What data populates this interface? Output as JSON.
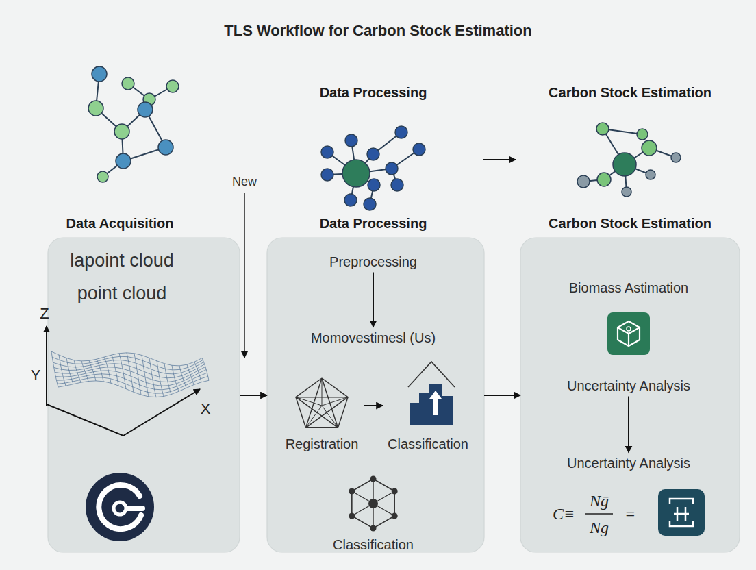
{
  "diagram": {
    "title": "TLS Workflow for Carbon Stock Estimation",
    "nodes": [
      {
        "text": [
          "Data Acquisition",
          "lapoint cloud point cloud"
        ]
      },
      {
        "text": [
          "Data Processing"
        ]
      },
      {
        "text": [
          "Preprocessing"
        ],
        "in": 1
      },
      {
        "text": [
          "Momovestimesl (Us)"
        ],
        "in": 1
      },
      {
        "text": [
          "Registration"
        ],
        "in": 1
      },
      {
        "text": [
          "Classification"
        ],
        "in": 1
      },
      {
        "text": [
          "Classification"
        ],
        "in": 1
      },
      {
        "text": [
          "Carbon Stock Estimation"
        ]
      },
      {
        "text": [
          "Biomass Astimation"
        ],
        "in": 7
      },
      {
        "text": [
          "Uncertainty Analysis"
        ],
        "in": 7
      },
      {
        "text": [
          "Uncertainty Analysis"
        ],
        "in": 7
      }
    ],
    "edges": [
      {
        "from": 0,
        "to": 1,
        "arrow": "to"
      },
      {
        "from": 1,
        "to": 7,
        "arrow": "to"
      },
      {
        "from": 2,
        "to": 3,
        "arrow": "to"
      },
      {
        "from": 4,
        "to": 5,
        "arrow": "to"
      },
      {
        "from": 9,
        "to": 10,
        "arrow": "to"
      }
    ],
    "labels": [
      "Data Processing",
      "Carbon Stock Estimation",
      "New",
      "Z",
      "Y",
      "X",
      "C≡",
      "Nḡ",
      "Ng",
      "="
    ]
  }
}
